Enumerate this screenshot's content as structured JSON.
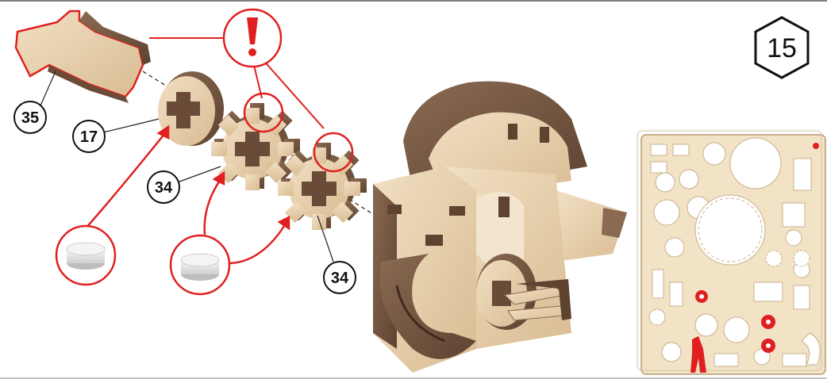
{
  "step": {
    "number": "15"
  },
  "alert": {
    "symbol": "!"
  },
  "parts": {
    "p35": "35",
    "p17": "17",
    "p34a": "34",
    "p34b": "34"
  },
  "colors": {
    "callout_red": "#e02020",
    "wood_light": "#e8d3b2",
    "wood_dark": "#7a5a45",
    "wood_mid": "#b58c68",
    "sheet_bg": "#f2e3c6"
  }
}
